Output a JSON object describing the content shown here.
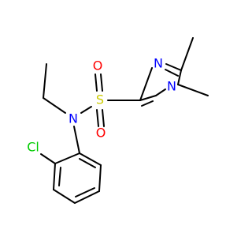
{
  "molecule": {
    "atoms": {
      "N_imidazole_top": {
        "label": "N",
        "color": "#0000ff"
      },
      "N_methyl": {
        "label": "N",
        "color": "#0000ff"
      },
      "S": {
        "label": "S",
        "color": "#cccc00"
      },
      "O_top": {
        "label": "O",
        "color": "#ff0000"
      },
      "O_bottom": {
        "label": "O",
        "color": "#ff0000"
      },
      "N_sulfonamide": {
        "label": "N",
        "color": "#0000ff"
      },
      "Cl": {
        "label": "Cl",
        "color": "#00cc00"
      }
    }
  }
}
